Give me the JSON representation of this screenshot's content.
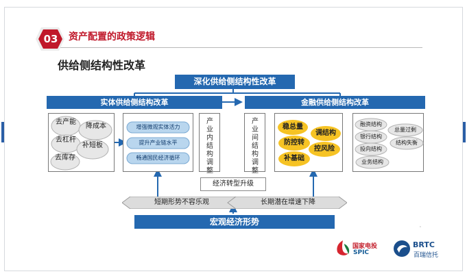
{
  "header": {
    "badge": "03",
    "title": "资产配置的政策逻辑",
    "subtitle": "供给侧结构性改革"
  },
  "diagram": {
    "top_title": "深化供给侧结构性改革",
    "left_title": "实体供给侧结构改革",
    "right_title": "金融供给侧结构改革",
    "left_clouds": [
      "去产能",
      "降成本",
      "去杠杆",
      "补短板",
      "去库存"
    ],
    "left_pills": [
      "增强微观实体活力",
      "提升产业链水平",
      "畅通国民经济循环"
    ],
    "left_vertical": "产业内结构调整",
    "right_vertical": "产业间结构调整",
    "yellow_clouds": [
      "稳总量",
      "调结构",
      "防控转",
      "控风险",
      "补基础"
    ],
    "gray_clouds": [
      "融资结构",
      "总量过剩",
      "银行结构",
      "结构失衡",
      "投向结构",
      "业务结构"
    ],
    "transform_box": "经济转型升级",
    "arrow_left": "短期形势不容乐观",
    "arrow_right": "长期潜在增速下降",
    "bottom_title": "宏观经济形势"
  },
  "logos": {
    "spic_cn": "国家电投",
    "spic_en": "SPIC",
    "brtc_en": "BRTC",
    "brtc_cn": "百瑞信托"
  },
  "colors": {
    "accent_red": "#c0182a",
    "bar_blue": "#2468b0",
    "cloud_yellow": "#f6c324"
  }
}
